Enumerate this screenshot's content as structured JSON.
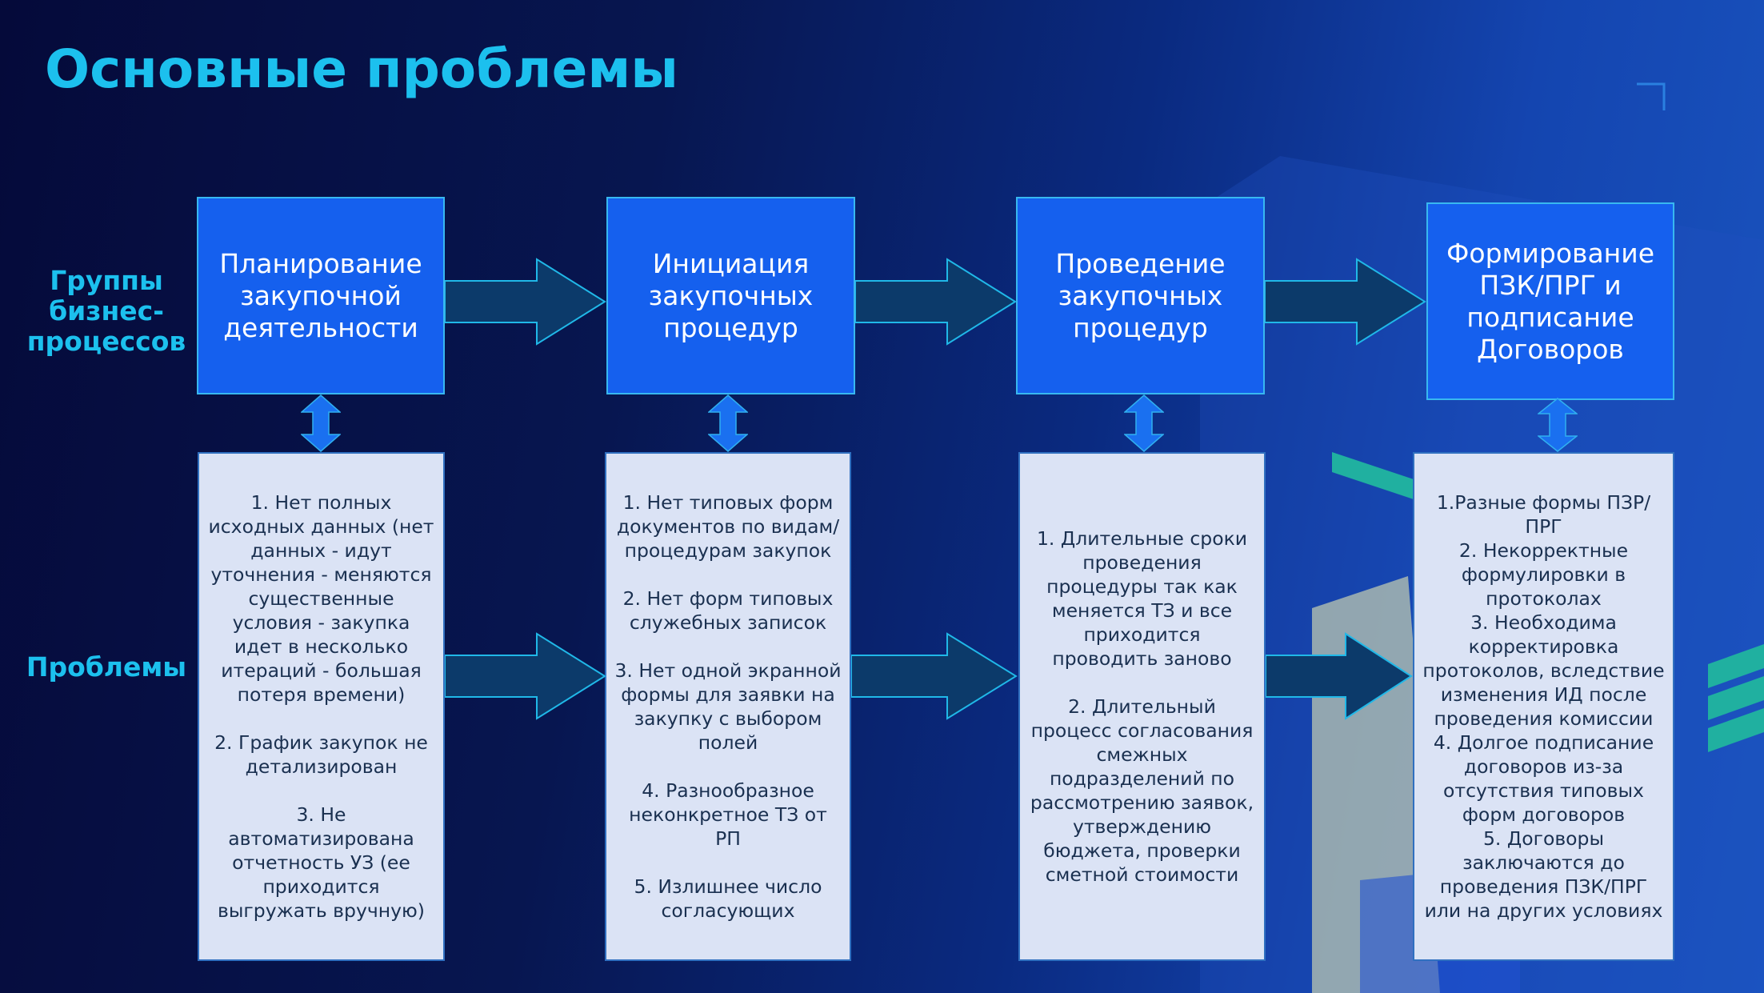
{
  "title": "Основные проблемы",
  "labels": {
    "groups": "Группы бизнес-процессов",
    "problems": "Проблемы"
  },
  "processes": [
    {
      "title": "Планирование закупочной деятельности",
      "problems": "1. Нет полных исходных данных (нет данных - идут уточнения - меняются существенные условия - закупка идет в несколько итераций - большая потеря времени)\n\n2. График закупок не детализирован\n\n3. Не автоматизирована отчетность УЗ (ее приходится выгружать вручную)"
    },
    {
      "title": "Инициация закупочных процедур",
      "problems": "1. Нет типовых форм документов по видам/процедурам закупок\n\n2. Нет форм типовых служебных записок\n\n3. Нет одной экранной формы для заявки на закупку с выбором полей\n\n4. Разнообразное неконкретное ТЗ от РП\n\n5. Излишнее число согласующих"
    },
    {
      "title": "Проведение закупочных процедур",
      "problems": "1. Длительные сроки проведения процедуры так как меняется ТЗ и все приходится проводить заново\n\n2. Длительный процесс согласования смежных подразделений по рассмотрению заявок, утверждению бюджета, проверки сметной стоимости"
    },
    {
      "title": "Формирование ПЗК/ПРГ и подписание Договоров",
      "problems": "1.Разные формы ПЗР/ПРГ\n2. Некорректные формулировки в протоколах\n3. Необходима корректировка протоколов, вследствие изменения ИД после проведения комиссии\n4. Долгое подписание договоров из-за отсутствия типовых форм договоров\n5. Договоры заключаются до проведения ПЗК/ПРГ или на других условиях"
    }
  ]
}
